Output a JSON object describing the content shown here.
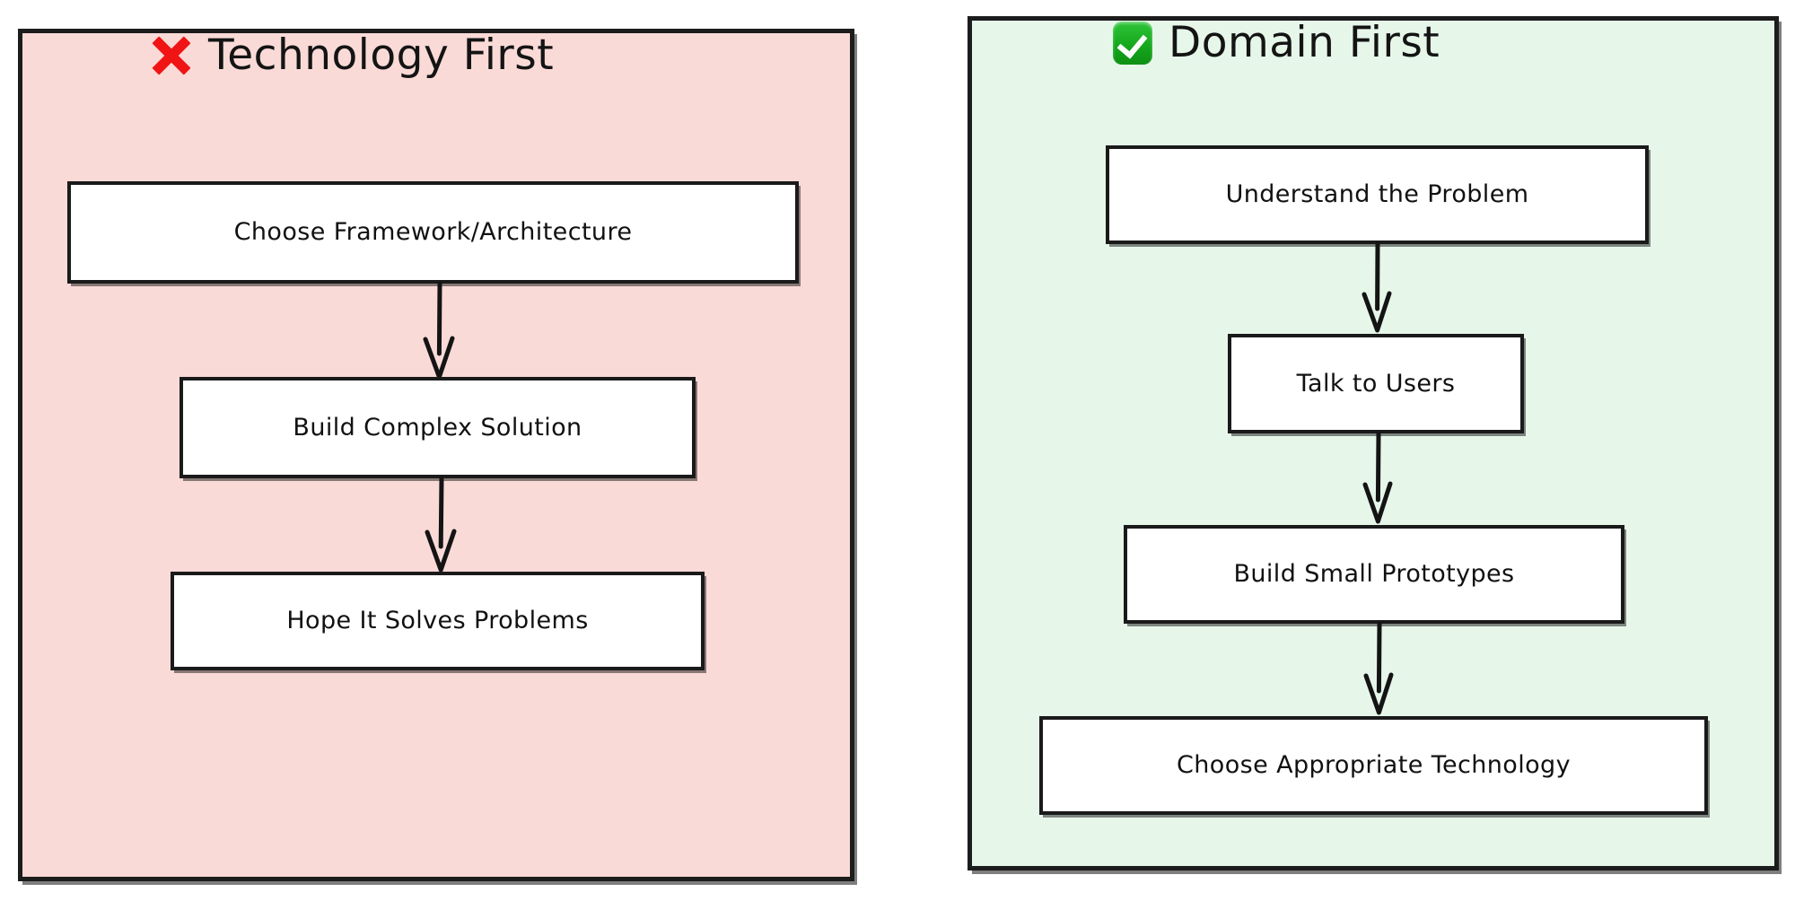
{
  "diagram": {
    "type": "flowchart-comparison",
    "panels": [
      {
        "id": "technology-first",
        "title": "Technology First",
        "icon": "cross-mark-icon",
        "icon_color": "#f01414",
        "background_color": "#fadad7",
        "border_color": "#1c1c1c",
        "steps": [
          "Choose Framework/Architecture",
          "Build Complex Solution",
          "Hope It Solves Problems"
        ]
      },
      {
        "id": "domain-first",
        "title": "Domain First",
        "icon": "check-mark-button-icon",
        "icon_color": "#16a81c",
        "background_color": "#e6f7ea",
        "border_color": "#1c1c1c",
        "steps": [
          "Understand the Problem",
          "Talk to Users",
          "Build Small Prototypes",
          "Choose Appropriate Technology"
        ]
      }
    ]
  }
}
